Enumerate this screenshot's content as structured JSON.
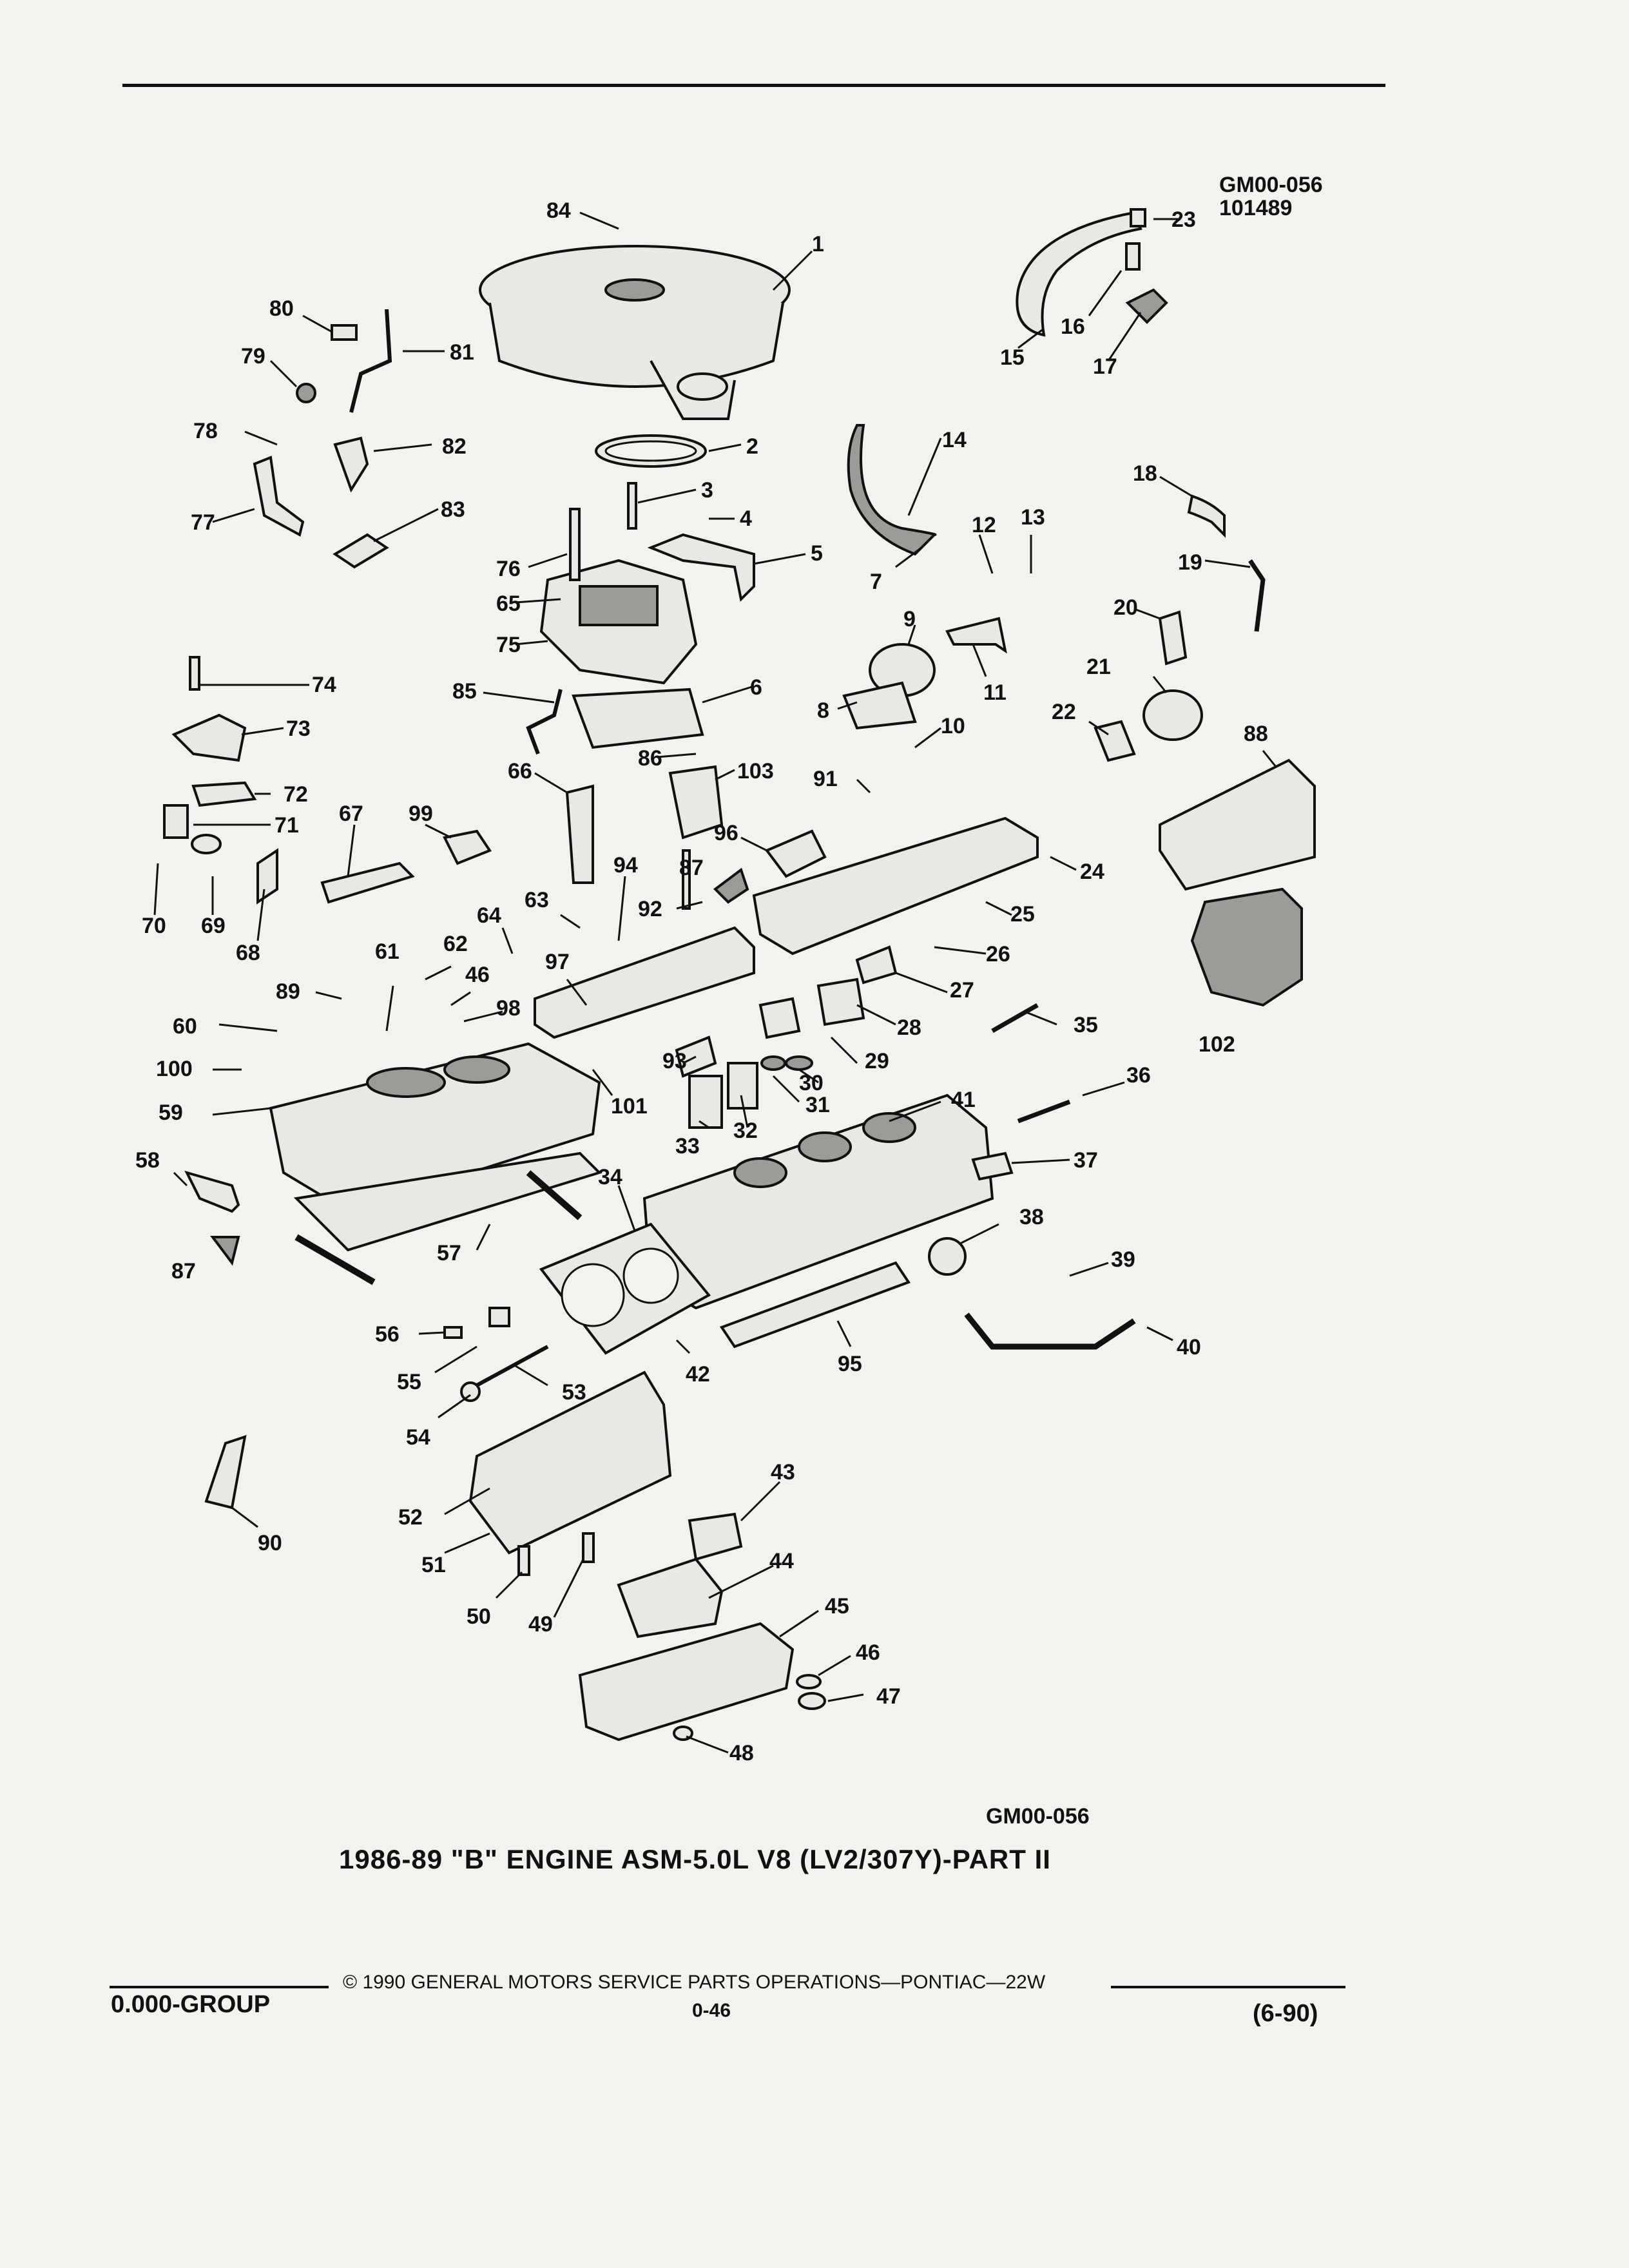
{
  "header": {
    "figure_id": "GM00-056",
    "date_code": "101489"
  },
  "diagram": {
    "figure_id_bottom": "GM00-056",
    "title": "1986-89 \"B\" ENGINE ASM-5.0L V8 (LV2/307Y)-PART II",
    "callouts": [
      "84",
      "1",
      "23",
      "16",
      "17",
      "15",
      "80",
      "81",
      "79",
      "78",
      "82",
      "77",
      "83",
      "2",
      "3",
      "4",
      "5",
      "14",
      "12",
      "13",
      "7",
      "18",
      "19",
      "76",
      "65",
      "75",
      "9",
      "11",
      "20",
      "21",
      "74",
      "85",
      "6",
      "8",
      "10",
      "22",
      "73",
      "86",
      "103",
      "91",
      "88",
      "66",
      "72",
      "71",
      "67",
      "99",
      "96",
      "87",
      "24",
      "70",
      "69",
      "68",
      "94",
      "92",
      "63",
      "64",
      "62",
      "61",
      "46",
      "25",
      "26",
      "97",
      "89",
      "98",
      "27",
      "35",
      "60",
      "102",
      "28",
      "29",
      "93",
      "100",
      "101",
      "30",
      "31",
      "36",
      "59",
      "32",
      "41",
      "33",
      "37",
      "58",
      "34",
      "38",
      "39",
      "57",
      "87",
      "40",
      "56",
      "42",
      "95",
      "55",
      "53",
      "54",
      "43",
      "90",
      "52",
      "51",
      "44",
      "50",
      "49",
      "45",
      "46",
      "47",
      "48"
    ]
  },
  "footer": {
    "copyright": "© 1990 GENERAL MOTORS SERVICE PARTS OPERATIONS—PONTIAC—22W",
    "group": "0.000-GROUP",
    "page": "0-46",
    "revision": "(6-90)"
  }
}
